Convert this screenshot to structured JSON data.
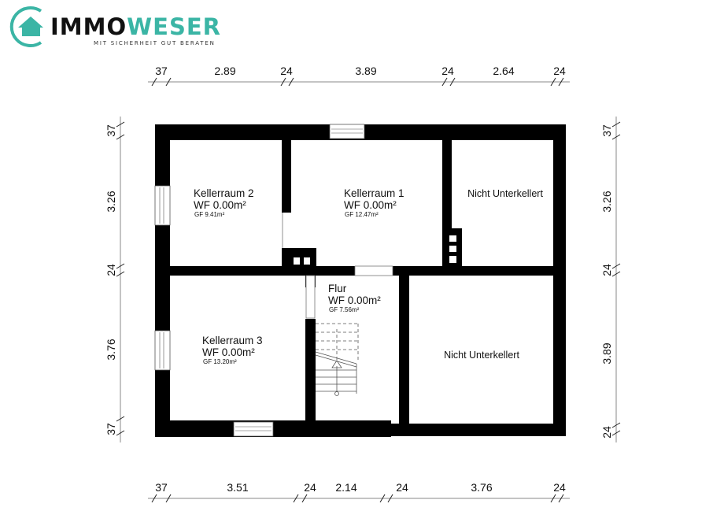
{
  "logo": {
    "part_dark": "IMMO",
    "part_teal": "WESER",
    "tagline": "MIT SICHERHEIT GUT BERATEN",
    "brand_color": "#3bb5a5",
    "icon": "house-icon"
  },
  "dimensions": {
    "top": [
      "37",
      "2.89",
      "24",
      "3.89",
      "24",
      "2.64",
      "24"
    ],
    "bottom": [
      "37",
      "3.51",
      "24",
      "2.14",
      "24",
      "3.76",
      "24"
    ],
    "left": [
      "37",
      "3.26",
      "24",
      "3.76",
      "37"
    ],
    "right": [
      "37",
      "3.26",
      "24",
      "3.89",
      "24"
    ]
  },
  "rooms": {
    "kellerraum2": {
      "name": "Kellerraum 2",
      "wf": "WF 0.00m²",
      "gf": "GF 9.41m²"
    },
    "kellerraum1": {
      "name": "Kellerraum 1",
      "wf": "WF 0.00m²",
      "gf": "GF 12.47m²"
    },
    "nicht_unterkellert_top": {
      "name": "Nicht Unterkellert"
    },
    "kellerraum3": {
      "name": "Kellerraum 3",
      "wf": "WF 0.00m²",
      "gf": "GF 13.20m²"
    },
    "flur": {
      "name": "Flur",
      "wf": "WF 0.00m²",
      "gf": "GF 7.56m²"
    },
    "nicht_unterkellert_bottom": {
      "name": "Nicht Unterkellert"
    }
  }
}
